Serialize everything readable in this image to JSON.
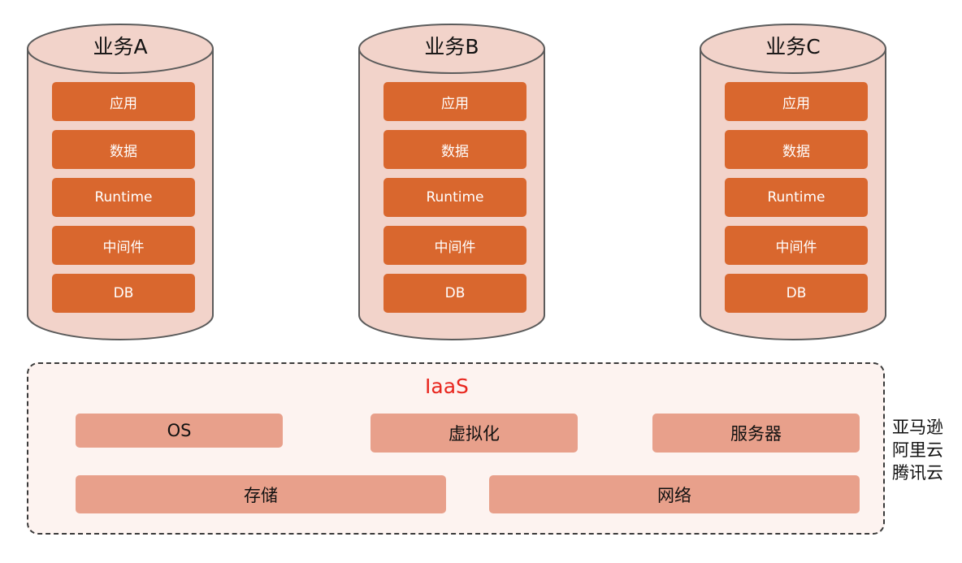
{
  "business_stacks": [
    {
      "title": "业务A",
      "layers": [
        "应用",
        "数据",
        "Runtime",
        "中间件",
        "DB"
      ]
    },
    {
      "title": "业务B",
      "layers": [
        "应用",
        "数据",
        "Runtime",
        "中间件",
        "DB"
      ]
    },
    {
      "title": "业务C",
      "layers": [
        "应用",
        "数据",
        "Runtime",
        "中间件",
        "DB"
      ]
    }
  ],
  "iaas": {
    "title": "IaaS",
    "row1": [
      "OS",
      "虚拟化",
      "服务器"
    ],
    "row2": [
      "存储",
      "网络"
    ]
  },
  "providers": [
    "亚马逊",
    "阿里云",
    "腾讯云"
  ],
  "colors": {
    "cylinder_fill": "#f2d3ca",
    "cylinder_stroke": "#5b5b5b",
    "layer_fill": "#d9672e",
    "layer_text": "#ffffff",
    "iaas_item_fill": "#e8a08b",
    "iaas_title": "#e8261e",
    "dashed_border": "#3a3a3a"
  }
}
